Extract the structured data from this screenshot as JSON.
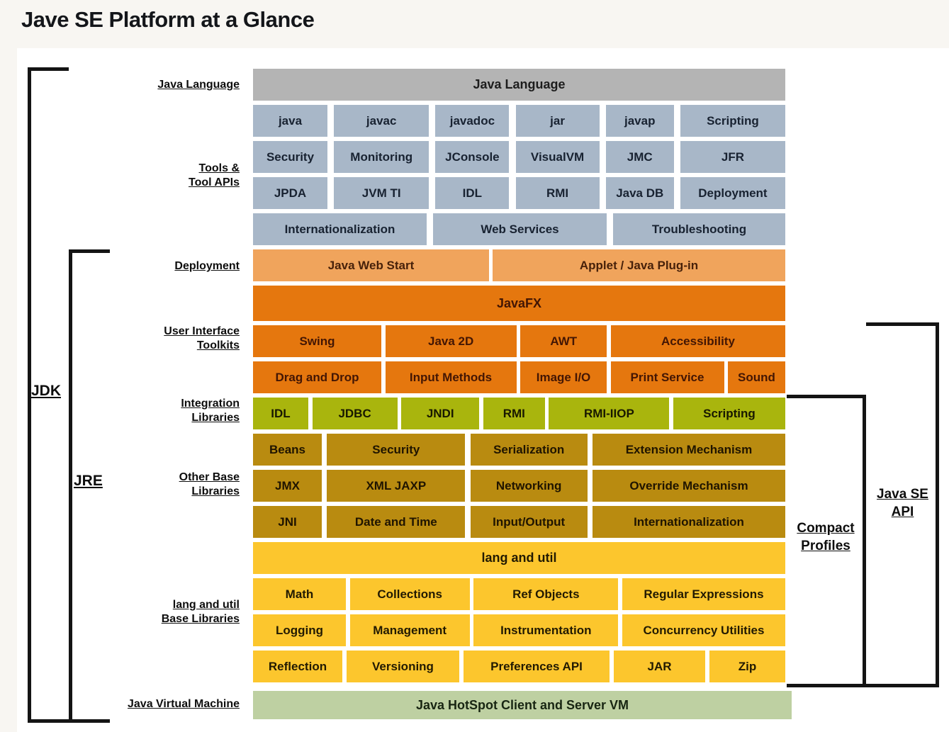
{
  "title": "Jave SE Platform at a Glance",
  "side_labels": {
    "java_language": "Java Language",
    "tools_line1": "Tools &",
    "tools_line2": "Tool APIs",
    "deployment": "Deployment",
    "ui_line1": "User Interface",
    "ui_line2": "Toolkits",
    "integration_line1": "Integration",
    "integration_line2": "Libraries",
    "base_line1": "Other Base",
    "base_line2": "Libraries",
    "lang_line1": "lang and util",
    "lang_line2": "Base Libraries",
    "jvm": "Java Virtual Machine"
  },
  "brackets": {
    "jdk": "JDK",
    "jre": "JRE",
    "compact_line1": "Compact",
    "compact_line2": "Profiles",
    "api_line1": "Java SE",
    "api_line2": "API"
  },
  "rows": {
    "java_language": {
      "cells": [
        "Java Language"
      ]
    },
    "tools_1": {
      "cells": [
        "java",
        "javac",
        "javadoc",
        "jar",
        "javap",
        "Scripting"
      ]
    },
    "tools_2": {
      "cells": [
        "Security",
        "Monitoring",
        "JConsole",
        "VisualVM",
        "JMC",
        "JFR"
      ]
    },
    "tools_3": {
      "cells": [
        "JPDA",
        "JVM TI",
        "IDL",
        "RMI",
        "Java DB",
        "Deployment"
      ]
    },
    "tools_4": {
      "cells": [
        "Internationalization",
        "Web Services",
        "Troubleshooting"
      ]
    },
    "deployment": {
      "cells": [
        "Java Web Start",
        "Applet / Java Plug-in"
      ]
    },
    "javafx": {
      "cells": [
        "JavaFX"
      ]
    },
    "ui_1": {
      "cells": [
        "Swing",
        "Java 2D",
        "AWT",
        "Accessibility"
      ]
    },
    "ui_2": {
      "cells": [
        "Drag and Drop",
        "Input Methods",
        "Image I/O",
        "Print Service",
        "Sound"
      ]
    },
    "integration": {
      "cells": [
        "IDL",
        "JDBC",
        "JNDI",
        "RMI",
        "RMI-IIOP",
        "Scripting"
      ]
    },
    "base_1": {
      "cells": [
        "Beans",
        "Security",
        "Serialization",
        "Extension Mechanism"
      ]
    },
    "base_2": {
      "cells": [
        "JMX",
        "XML JAXP",
        "Networking",
        "Override Mechanism"
      ]
    },
    "base_3": {
      "cells": [
        "JNI",
        "Date and Time",
        "Input/Output",
        "Internationalization"
      ]
    },
    "langutil": {
      "cells": [
        "lang and util"
      ]
    },
    "lang_1": {
      "cells": [
        "Math",
        "Collections",
        "Ref Objects",
        "Regular Expressions"
      ]
    },
    "lang_2": {
      "cells": [
        "Logging",
        "Management",
        "Instrumentation",
        "Concurrency Utilities"
      ]
    },
    "lang_3": {
      "cells": [
        "Reflection",
        "Versioning",
        "Preferences API",
        "JAR",
        "Zip"
      ]
    },
    "jvm": {
      "cells": [
        "Java HotSpot Client and Server VM"
      ]
    }
  },
  "colors": {
    "header_gray": "#b4b4b4",
    "tools_blue": "#a8b7c8",
    "deployment_light_orange": "#f0a45c",
    "toolkit_orange": "#e5770e",
    "integration_green": "#a9b50d",
    "base_gold": "#b98b10",
    "lang_yellow": "#fcc62d",
    "jvm_sage": "#bed0a2",
    "bracket_black": "#141414"
  }
}
